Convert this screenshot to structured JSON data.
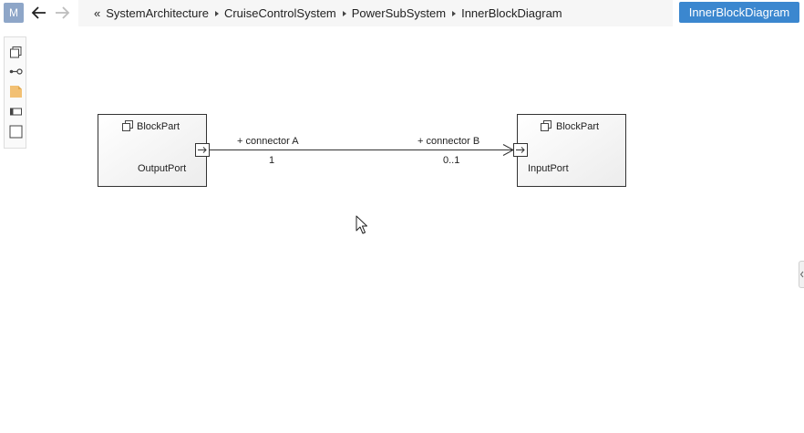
{
  "header": {
    "model_badge": "M",
    "up_symbol": "«",
    "breadcrumb": [
      "SystemArchitecture",
      "CruiseControlSystem",
      "PowerSubSystem",
      "InnerBlockDiagram"
    ],
    "active_tab": "InnerBlockDiagram"
  },
  "diagram": {
    "block_a": {
      "title": "BlockPart",
      "port_label": "OutputPort"
    },
    "block_b": {
      "title": "BlockPart",
      "port_label": "InputPort"
    },
    "connector": {
      "source_role": "+ connector A",
      "source_multiplicity": "1",
      "target_role": "+ connector B",
      "target_multiplicity": "0..1"
    }
  },
  "colors": {
    "accent": "#3b87cf",
    "badge": "#8ea6c8",
    "note_icon": "#f2c073"
  },
  "palette_icons": [
    "block-tool-icon",
    "connector-tool-icon",
    "note-tool-icon",
    "port-tool-icon",
    "rectangle-tool-icon"
  ]
}
